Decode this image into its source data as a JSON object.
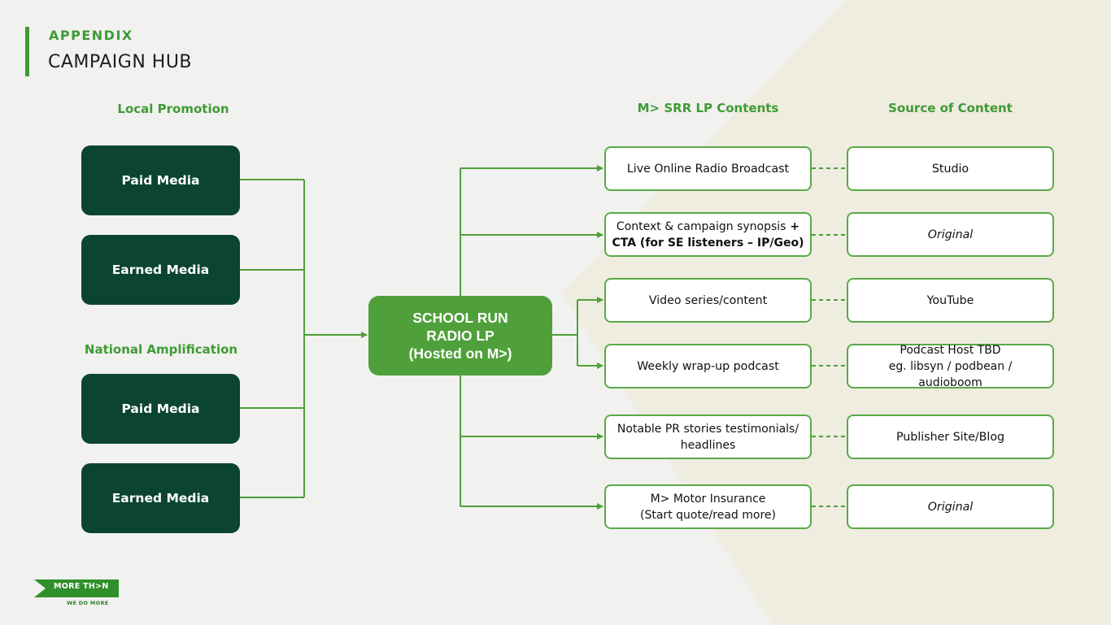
{
  "header": {
    "kicker": "APPENDIX",
    "title": "CAMPAIGN HUB"
  },
  "headings": {
    "local_promotion": "Local Promotion",
    "national_amplification": "National Amplification",
    "lp_contents": "M> SRR LP Contents",
    "source_of_content": "Source of Content"
  },
  "local_promotion": {
    "paid": "Paid Media",
    "earned": "Earned Media"
  },
  "national_amplification": {
    "paid": "Paid Media",
    "earned": "Earned Media"
  },
  "hub": {
    "line1": "SCHOOL RUN",
    "line2": "RADIO LP",
    "line3": "(Hosted on M>)"
  },
  "contents": [
    {
      "lines": [
        "Live Online Radio Broadcast"
      ]
    },
    {
      "line1": "Context & campaign synopsis",
      "line1_suffix": " +",
      "line2": "CTA (for SE listeners – IP/Geo)"
    },
    {
      "lines": [
        "Video series/content"
      ]
    },
    {
      "lines": [
        "Weekly wrap-up podcast"
      ]
    },
    {
      "line1": "Notable PR stories testimonials/",
      "line2": "headlines"
    },
    {
      "line1": "M> Motor Insurance",
      "line2": "(Start quote/read more)"
    }
  ],
  "sources": [
    {
      "text": "Studio"
    },
    {
      "text": "Original"
    },
    {
      "text": "YouTube"
    },
    {
      "line1": "Podcast Host TBD",
      "line2": "eg. libsyn / podbean /",
      "line3": "audioboom"
    },
    {
      "text": "Publisher Site/Blog"
    },
    {
      "text": "Original"
    }
  ],
  "logo": {
    "wordmark": "MORE TH>N",
    "tagline": "WE DO MORE"
  },
  "colors": {
    "accent_green": "#3e9b34",
    "dark_green": "#0b4532",
    "hub_green": "#4fa03a",
    "background": "#f1f1ef",
    "background_shape": "#efece0"
  }
}
